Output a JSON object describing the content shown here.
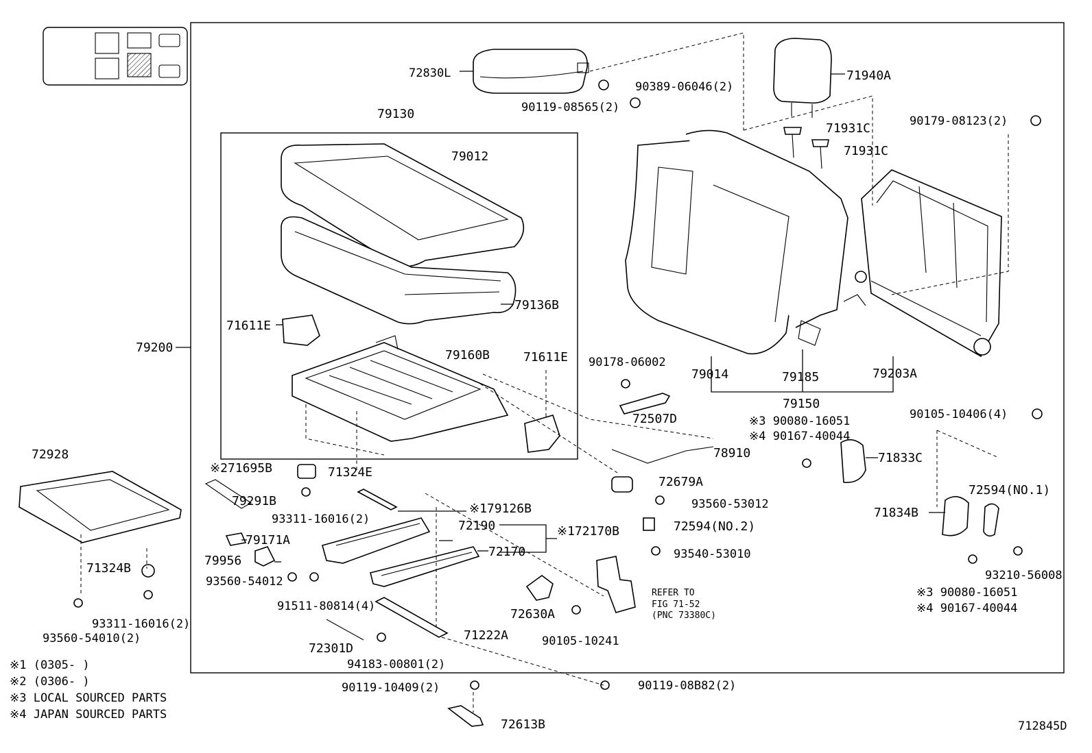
{
  "diagram": {
    "drawing_no": "712845D",
    "footnotes": [
      "※1 (0305-     )",
      "※2 (0306-     )",
      "※3 LOCAL SOURCED PARTS",
      "※4 JAPAN SOURCED PARTS"
    ],
    "refer_note": [
      "REFER TO",
      "FIG 71-52",
      "(PNC 73380C)"
    ],
    "labels": {
      "p72830L": "72830L",
      "p90389": "90389-06046(2)",
      "p90119_08565": "90119-08565(2)",
      "p79130": "79130",
      "p79012": "79012",
      "p79136B": "79136B",
      "p71611E_a": "71611E",
      "p79200": "79200",
      "p79160B": "79160B",
      "p71611E_b": "71611E",
      "p71940A": "71940A",
      "p71931C_a": "71931C",
      "p71931C_b": "71931C",
      "p90179": "90179-08123(2)",
      "p90178": "90178-06002",
      "p72507D": "72507D",
      "p79014": "79014",
      "p79185": "79185",
      "p79203A": "79203A",
      "p79150": "79150",
      "p90080_a": "※3 90080-16051",
      "p90167_a": "※4 90167-40044",
      "p90105_10406": "90105-10406(4)",
      "p78910": "78910",
      "p71833C": "71833C",
      "p72928": "72928",
      "p71695B": "※271695B",
      "p71324E": "71324E",
      "p79291B": "79291B",
      "p72679A": "72679A",
      "p93560_53012": "93560-53012",
      "p72594_no1": "72594(NO.1)",
      "p93311_a": "93311-16016(2)",
      "p79126B": "※179126B",
      "p72594_no2": "72594(NO.2)",
      "p71834B": "71834B",
      "p79171A": "79171A",
      "p72190": "72190",
      "p72170B": "※172170B",
      "p93540": "93540-53010",
      "p79956": "79956",
      "p72170": "72170",
      "p71324B": "71324B",
      "p93210": "93210-56008",
      "p93560_54012": "93560-54012",
      "p72630A": "72630A",
      "p90080_b": "※3 90080-16051",
      "p90167_b": "※4 90167-40044",
      "p91511": "91511-80814(4)",
      "p93311_b": "93311-16016(2)",
      "p93560_54010": "93560-54010(2)",
      "p90105_10241": "90105-10241",
      "p72301D": "72301D",
      "p71222A": "71222A",
      "p94183": "94183-00801(2)",
      "p90119_10409": "90119-10409(2)",
      "p90119_08B82": "90119-08B82(2)",
      "p72613B": "72613B"
    }
  }
}
